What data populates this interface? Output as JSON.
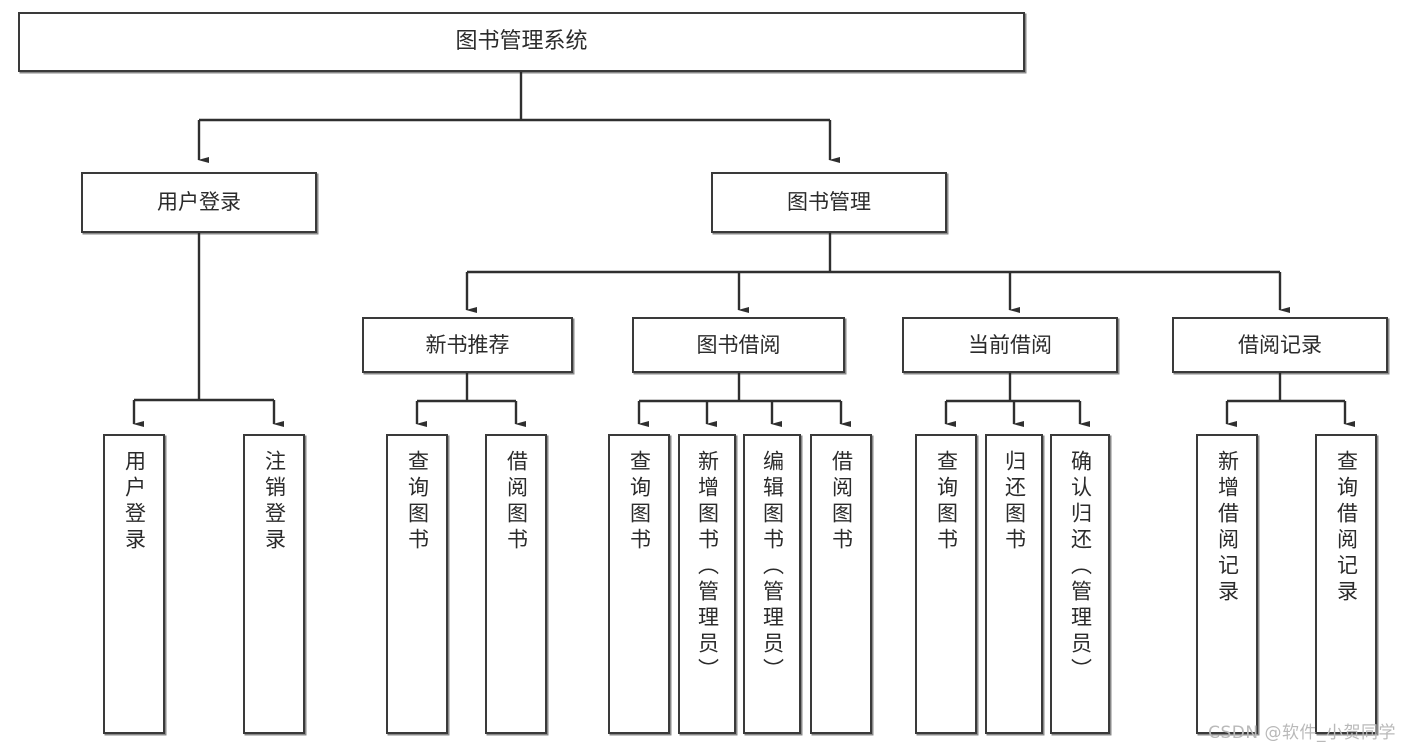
{
  "diagram": {
    "title": "图书管理系统",
    "type": "tree-hierarchy-chart",
    "watermark": "CSDN @软件_小贺同学",
    "colors": {
      "background": "#ffffff",
      "box_border": "#3a3a3a",
      "box_fill": "#ffffff",
      "connector": "#2f2f2f",
      "text": "#2b2b2b",
      "watermark": "#b9b9b9"
    },
    "nodes": {
      "root": {
        "label": "图书管理系统",
        "level": 0
      },
      "level1": [
        {
          "id": "user-login",
          "label": "用户登录"
        },
        {
          "id": "book-manage",
          "label": "图书管理"
        }
      ],
      "level2": [
        {
          "id": "new-book-recommend",
          "label": "新书推荐",
          "parent": "book-manage"
        },
        {
          "id": "book-borrow",
          "label": "图书借阅",
          "parent": "book-manage"
        },
        {
          "id": "current-borrow",
          "label": "当前借阅",
          "parent": "book-manage"
        },
        {
          "id": "borrow-record",
          "label": "借阅记录",
          "parent": "book-manage"
        }
      ],
      "leaves": [
        {
          "id": "leaf-user-login",
          "label": "用户登录",
          "parent": "user-login"
        },
        {
          "id": "leaf-user-logout",
          "label": "注销登录",
          "parent": "user-login"
        },
        {
          "id": "leaf-query-book-1",
          "label": "查询图书",
          "parent": "new-book-recommend"
        },
        {
          "id": "leaf-borrow-book-1",
          "label": "借阅图书",
          "parent": "new-book-recommend"
        },
        {
          "id": "leaf-query-book-2",
          "label": "查询图书",
          "parent": "book-borrow"
        },
        {
          "id": "leaf-add-book",
          "label": "新增图书（管理员）",
          "parent": "book-borrow"
        },
        {
          "id": "leaf-edit-book",
          "label": "编辑图书（管理员）",
          "parent": "book-borrow"
        },
        {
          "id": "leaf-borrow-book-2",
          "label": "借阅图书",
          "parent": "book-borrow"
        },
        {
          "id": "leaf-query-book-3",
          "label": "查询图书",
          "parent": "current-borrow"
        },
        {
          "id": "leaf-return-book",
          "label": "归还图书",
          "parent": "current-borrow"
        },
        {
          "id": "leaf-confirm-return",
          "label": "确认归还（管理员）",
          "parent": "current-borrow"
        },
        {
          "id": "leaf-add-record",
          "label": "新增借阅记录",
          "parent": "borrow-record"
        },
        {
          "id": "leaf-query-record",
          "label": "查询借阅记录",
          "parent": "borrow-record"
        }
      ]
    }
  }
}
